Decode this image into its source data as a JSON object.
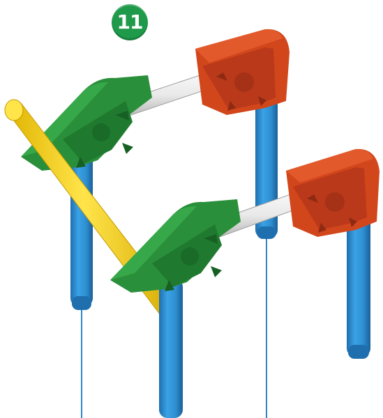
{
  "step": {
    "number": "11"
  },
  "colors": {
    "badge": "#1f9a4a",
    "connector_green": "#2a8f3a",
    "connector_red": "#d2461c",
    "rod_blue": "#2d8fd0",
    "rod_yellow": "#f4d21e",
    "rod_white": "#f2f2f2",
    "string": "#2f86c8"
  },
  "parts": {
    "green_connectors": 2,
    "red_connectors": 2,
    "blue_rods": 4,
    "white_rods": 2,
    "yellow_rods": 1
  }
}
